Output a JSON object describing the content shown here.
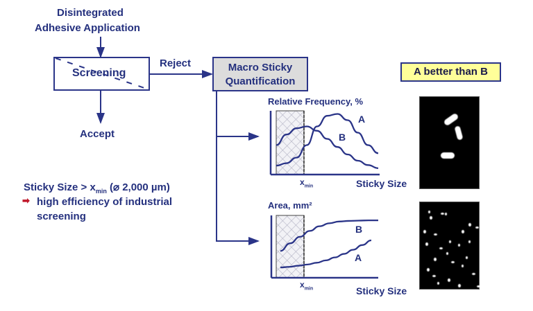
{
  "flow": {
    "input_line1": "Disintegrated",
    "input_line2": "Adhesive Application",
    "screening": "Screening",
    "reject": "Reject",
    "accept": "Accept",
    "quant_line1": "Macro Sticky",
    "quant_line2": "Quantification"
  },
  "conclusion": {
    "line1_prefix": "Sticky  Size > x",
    "line1_sub": "min",
    "line1_suffix": " (⌀ 2,000 µm)",
    "arrow": "➡",
    "line2": "high efficiency of industrial",
    "line3": "screening"
  },
  "badge": {
    "text": "A better than B",
    "bg": "#ffff99",
    "border": "#2a3488"
  },
  "colors": {
    "line": "#2a3488",
    "text": "#24307e",
    "box_fill": "#dcdcdc",
    "bullet": "#c0182a"
  },
  "chart_data": [
    {
      "type": "line",
      "title": "Relative Frequency, %",
      "xlabel": "Sticky  Size",
      "x_marker": "x",
      "x_marker_sub": "min",
      "x": [
        0,
        0.1,
        0.2,
        0.3,
        0.4,
        0.5,
        0.6,
        0.7,
        0.8,
        0.9,
        1.0
      ],
      "series": [
        {
          "name": "A",
          "values": [
            0.12,
            0.16,
            0.25,
            0.45,
            0.75,
            0.92,
            0.95,
            0.85,
            0.65,
            0.45,
            0.32
          ]
        },
        {
          "name": "B",
          "values": [
            0.45,
            0.62,
            0.72,
            0.75,
            0.68,
            0.55,
            0.42,
            0.3,
            0.2,
            0.13,
            0.08
          ]
        }
      ],
      "shaded_region": "x < xmin",
      "ylim": [
        0,
        1
      ],
      "xlim": [
        0,
        1
      ]
    },
    {
      "type": "line",
      "title": "Area, mm²",
      "xlabel": "Sticky  Size",
      "x_marker": "x",
      "x_marker_sub": "min",
      "x": [
        0,
        0.1,
        0.2,
        0.3,
        0.4,
        0.5,
        0.6,
        0.7,
        0.8,
        0.9,
        1.0
      ],
      "series": [
        {
          "name": "B",
          "values": [
            0.42,
            0.55,
            0.66,
            0.76,
            0.84,
            0.89,
            0.92,
            0.93,
            0.935,
            0.94,
            0.94
          ]
        },
        {
          "name": "A",
          "values": [
            0.14,
            0.15,
            0.17,
            0.19,
            0.22,
            0.26,
            0.31,
            0.37,
            0.44,
            0.52,
            0.6
          ]
        }
      ],
      "shaded_region": "x < xmin",
      "ylim": [
        0,
        1
      ],
      "xlim": [
        0,
        1
      ]
    }
  ]
}
